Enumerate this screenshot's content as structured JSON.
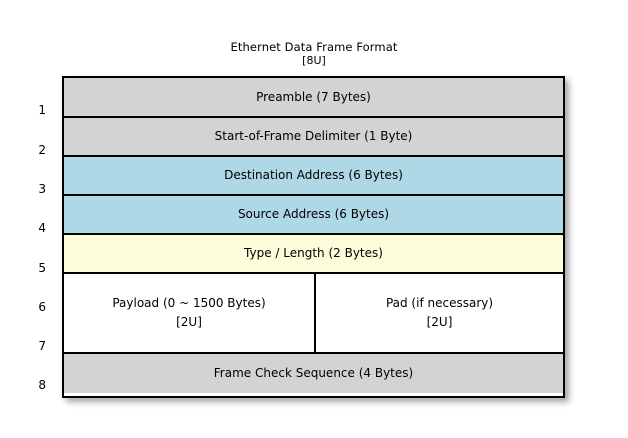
{
  "diagram": {
    "title": "Ethernet Data Frame Format",
    "subtitle": "[8U]",
    "colors": {
      "gray": "#d3d3d3",
      "blue": "#aed8e6",
      "yellow": "#fdfddc",
      "white": "#ffffff",
      "border": "#000000",
      "background": "#ffffff"
    },
    "row_numbers": [
      "1",
      "2",
      "3",
      "4",
      "5",
      "6",
      "7",
      "8"
    ],
    "rows": [
      {
        "number": "1",
        "label": "Preamble (7 Bytes)",
        "fill": "gray"
      },
      {
        "number": "2",
        "label": "Start-of-Frame Delimiter (1 Byte)",
        "fill": "gray"
      },
      {
        "number": "3",
        "label": "Destination Address (6 Bytes)",
        "fill": "blue"
      },
      {
        "number": "4",
        "label": "Source Address (6 Bytes)",
        "fill": "blue"
      },
      {
        "number": "5",
        "label": "Type / Length (2 Bytes)",
        "fill": "yellow"
      },
      {
        "number": "6-7",
        "fill": "white",
        "split": true,
        "cells": [
          {
            "label": "Payload (0 ~ 1500 Bytes)",
            "sublabel": "[2U]"
          },
          {
            "label": "Pad (if necessary)",
            "sublabel": "[2U]"
          }
        ]
      },
      {
        "number": "8",
        "label": "Frame Check Sequence (4 Bytes)",
        "fill": "gray"
      }
    ]
  }
}
